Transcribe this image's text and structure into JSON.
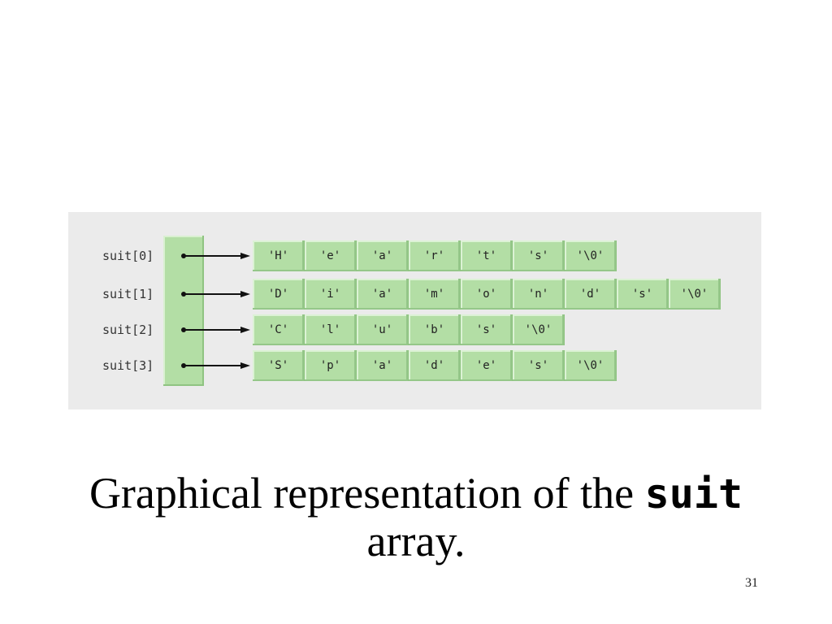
{
  "diagram": {
    "rows": [
      {
        "label": "suit[0]",
        "chars": [
          "'H'",
          "'e'",
          "'a'",
          "'r'",
          "'t'",
          "'s'",
          "'\\0'"
        ]
      },
      {
        "label": "suit[1]",
        "chars": [
          "'D'",
          "'i'",
          "'a'",
          "'m'",
          "'o'",
          "'n'",
          "'d'",
          "'s'",
          "'\\0'"
        ]
      },
      {
        "label": "suit[2]",
        "chars": [
          "'C'",
          "'l'",
          "'u'",
          "'b'",
          "'s'",
          "'\\0'"
        ]
      },
      {
        "label": "suit[3]",
        "chars": [
          "'S'",
          "'p'",
          "'a'",
          "'d'",
          "'e'",
          "'s'",
          "'\\0'"
        ]
      }
    ],
    "colors": {
      "panel": "#ebebeb",
      "cell": "#b3dea5",
      "pointer": "#111111"
    }
  },
  "caption": {
    "text_before": "Graphical representation of the ",
    "code": "suit",
    "text_after": "array."
  },
  "page_number": "31"
}
